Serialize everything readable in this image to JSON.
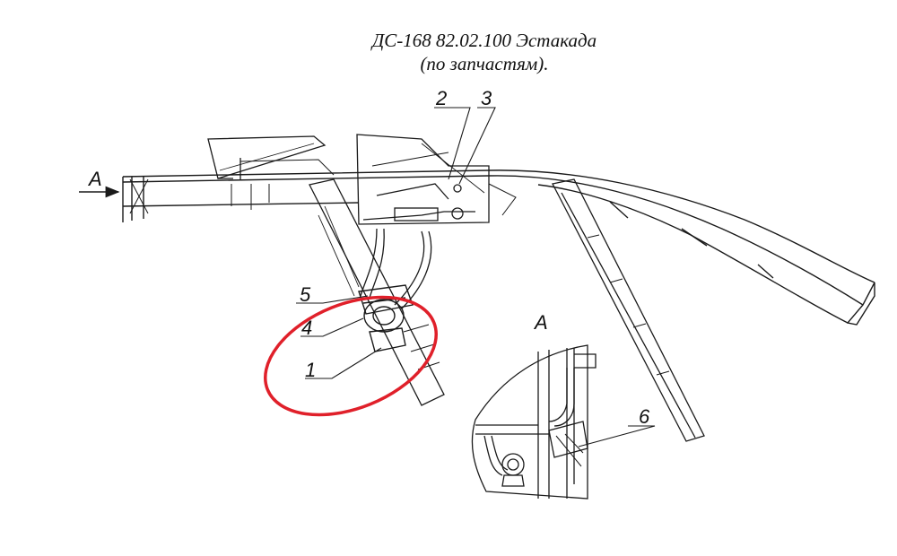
{
  "title": {
    "line1": "ДС-168 82.02.100 Эстакада",
    "line2": "(по запчастям)."
  },
  "view_label_main": "A",
  "view_label_detail": "A",
  "callouts": [
    "1",
    "2",
    "3",
    "4",
    "5",
    "6"
  ],
  "highlight_color": "#e0202a",
  "line_color": "#1a1a1a"
}
